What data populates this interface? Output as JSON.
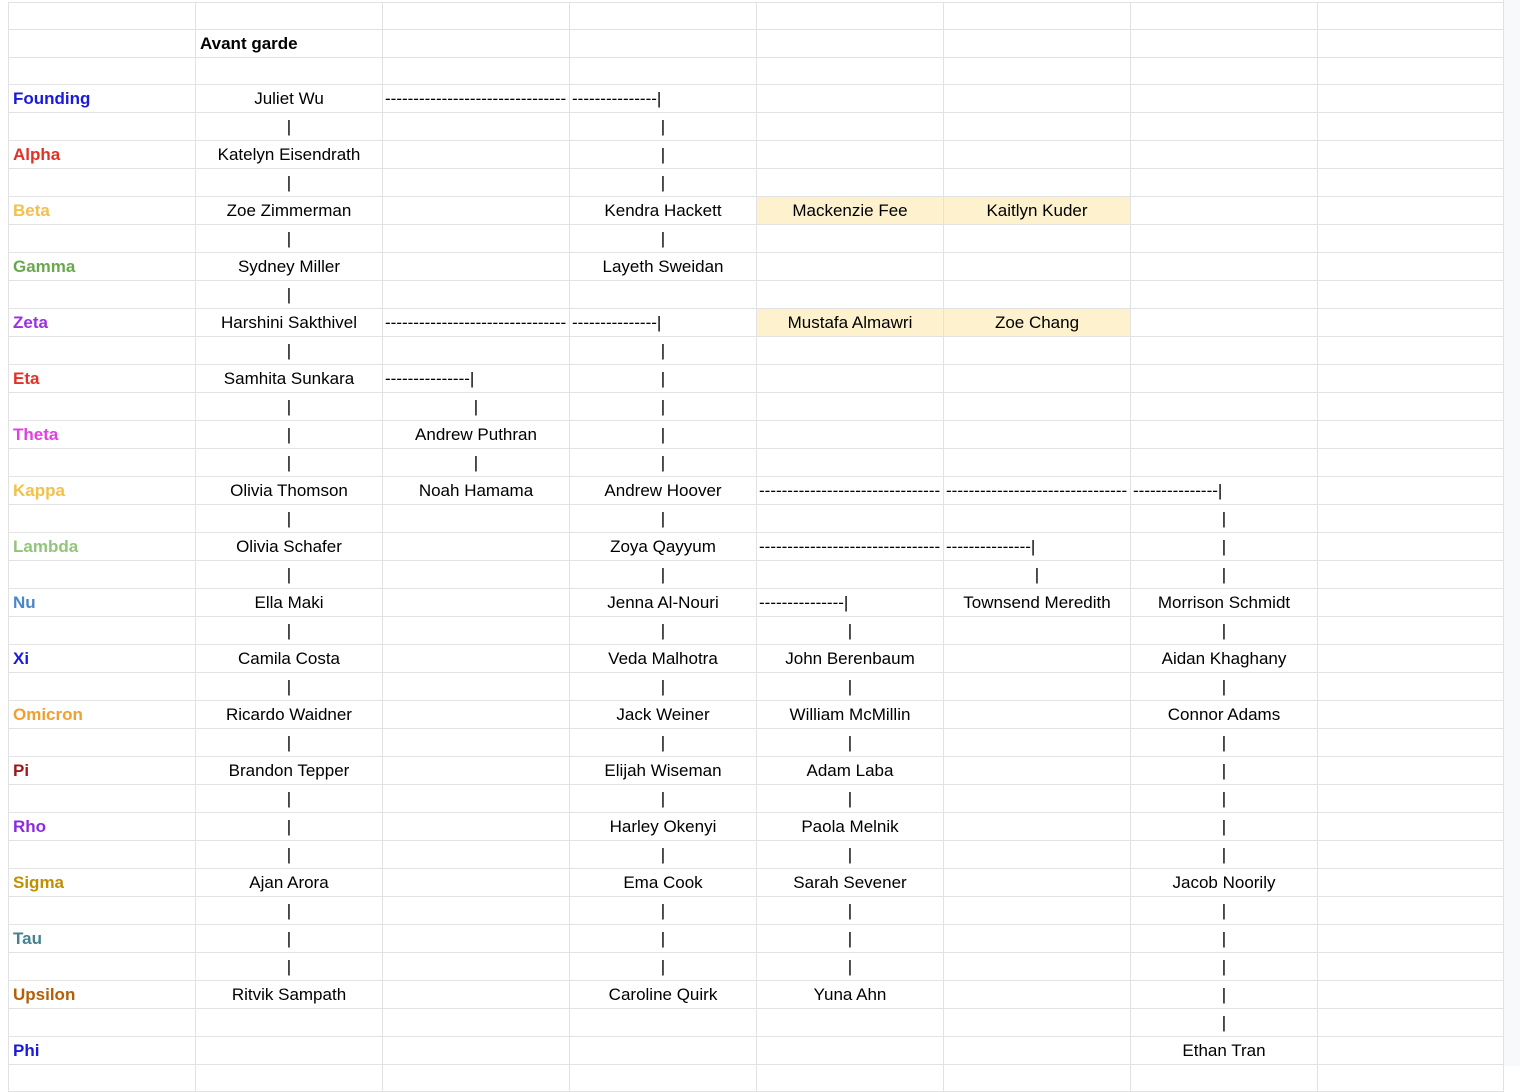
{
  "sheet": {
    "rows": [
      [
        "",
        "",
        "",
        "",
        "",
        "",
        "",
        ""
      ],
      [
        "",
        "Avant garde",
        "",
        "",
        "",
        "",
        "",
        ""
      ],
      [
        "",
        "",
        "",
        "",
        "",
        "",
        "",
        ""
      ],
      [
        "Founding",
        "Juliet Wu",
        "--------------------------------",
        "---------------|",
        "",
        "",
        "",
        ""
      ],
      [
        "",
        "|",
        "",
        "|",
        "",
        "",
        "",
        ""
      ],
      [
        "Alpha",
        "Katelyn Eisendrath",
        "",
        "|",
        "",
        "",
        "",
        ""
      ],
      [
        "",
        "|",
        "",
        "|",
        "",
        "",
        "",
        ""
      ],
      [
        "Beta",
        "Zoe Zimmerman",
        "",
        "Kendra Hackett",
        "Mackenzie Fee",
        "Kaitlyn Kuder",
        "",
        ""
      ],
      [
        "",
        "|",
        "",
        "|",
        "",
        "",
        "",
        ""
      ],
      [
        "Gamma",
        "Sydney Miller",
        "",
        "Layeth Sweidan",
        "",
        "",
        "",
        ""
      ],
      [
        "",
        "|",
        "",
        "",
        "",
        "",
        "",
        ""
      ],
      [
        "Zeta",
        "Harshini Sakthivel",
        "--------------------------------",
        "---------------|",
        "Mustafa Almawri",
        "Zoe Chang",
        "",
        ""
      ],
      [
        "",
        "|",
        "",
        "|",
        "",
        "",
        "",
        ""
      ],
      [
        "Eta",
        "Samhita Sunkara",
        "---------------|",
        "|",
        "",
        "",
        "",
        ""
      ],
      [
        "",
        "|",
        "|",
        "|",
        "",
        "",
        "",
        ""
      ],
      [
        "Theta",
        "|",
        "Andrew Puthran",
        "|",
        "",
        "",
        "",
        ""
      ],
      [
        "",
        "|",
        "|",
        "|",
        "",
        "",
        "",
        ""
      ],
      [
        "Kappa",
        "Olivia Thomson",
        "Noah Hamama",
        "Andrew Hoover",
        "--------------------------------",
        "--------------------------------",
        "---------------|",
        ""
      ],
      [
        "",
        "|",
        "",
        "|",
        "",
        "",
        "|",
        ""
      ],
      [
        "Lambda",
        "Olivia Schafer",
        "",
        "Zoya Qayyum",
        "--------------------------------",
        "---------------|",
        "|",
        ""
      ],
      [
        "",
        "|",
        "",
        "|",
        "",
        "|",
        "|",
        ""
      ],
      [
        "Nu",
        "Ella Maki",
        "",
        "Jenna Al-Nouri",
        "---------------|",
        "Townsend Meredith",
        "Morrison Schmidt",
        ""
      ],
      [
        "",
        "|",
        "",
        "|",
        "|",
        "",
        "|",
        ""
      ],
      [
        "Xi",
        "Camila Costa",
        "",
        "Veda Malhotra",
        "John Berenbaum",
        "",
        "Aidan Khaghany",
        ""
      ],
      [
        "",
        "|",
        "",
        "|",
        "|",
        "",
        "|",
        ""
      ],
      [
        "Omicron",
        "Ricardo Waidner",
        "",
        "Jack Weiner",
        "William McMillin",
        "",
        "Connor Adams",
        ""
      ],
      [
        "",
        "|",
        "",
        "|",
        "|",
        "",
        "|",
        ""
      ],
      [
        "Pi",
        "Brandon Tepper",
        "",
        "Elijah Wiseman",
        "Adam Laba",
        "",
        "|",
        ""
      ],
      [
        "",
        "|",
        "",
        "|",
        "|",
        "",
        "|",
        ""
      ],
      [
        "Rho",
        "|",
        "",
        "Harley Okenyi",
        "Paola Melnik",
        "",
        "|",
        ""
      ],
      [
        "",
        "|",
        "",
        "|",
        "|",
        "",
        "|",
        ""
      ],
      [
        "Sigma",
        "Ajan Arora",
        "",
        "Ema Cook",
        "Sarah Sevener",
        "",
        "Jacob Noorily",
        ""
      ],
      [
        "",
        "|",
        "",
        "|",
        "|",
        "",
        "|",
        ""
      ],
      [
        "Tau",
        "|",
        "",
        "|",
        "|",
        "",
        "|",
        ""
      ],
      [
        "",
        "|",
        "",
        "|",
        "|",
        "",
        "|",
        ""
      ],
      [
        "Upsilon",
        "Ritvik Sampath",
        "",
        "Caroline Quirk",
        "Yuna Ahn",
        "",
        "|",
        ""
      ],
      [
        "",
        "",
        "",
        "",
        "",
        "",
        "|",
        ""
      ],
      [
        "Phi",
        "",
        "",
        "",
        "",
        "",
        "Ethan Tran",
        ""
      ],
      [
        "",
        "",
        "",
        "",
        "",
        "",
        "",
        ""
      ]
    ],
    "label_colors": {
      "Founding": "#1a1adb",
      "Alpha": "#e03226",
      "Beta": "#f0c14b",
      "Gamma": "#6aa84f",
      "Zeta": "#9b30e0",
      "Eta": "#e03226",
      "Theta": "#e040e0",
      "Kappa": "#f0c14b",
      "Lambda": "#93c47d",
      "Nu": "#4a86c8",
      "Xi": "#1a1adb",
      "Omicron": "#f0a030",
      "Pi": "#9a1a1a",
      "Rho": "#8a2be2",
      "Sigma": "#bf9000",
      "Tau": "#45818e",
      "Upsilon": "#b45f06",
      "Phi": "#1a1adb"
    },
    "highlight_color": "#fdf2cd",
    "highlighted_cells": [
      "7.4",
      "7.5",
      "11.4",
      "11.5"
    ],
    "bold_cells": [
      "1.1"
    ]
  }
}
